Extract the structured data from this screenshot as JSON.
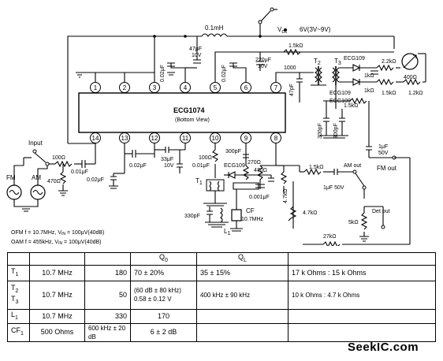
{
  "schematic": {
    "ic": {
      "name": "ECG1074",
      "view": "(Bottom View)"
    },
    "pins_top": [
      "1",
      "2",
      "3",
      "4",
      "5",
      "6",
      "7"
    ],
    "pins_bottom": [
      "14",
      "13",
      "12",
      "11",
      "10",
      "9",
      "8"
    ],
    "labels": {
      "inductor_top": "0.1mH",
      "vcc": "V",
      "vcc_sub": "cc",
      "supply": "6V(3V~9V)",
      "r_1_5k_top": "1.5kΩ",
      "c_47uf": "47μF",
      "c_47uf_v": "10V",
      "c_002_pin4": "0.02μF",
      "c_220uf": "220μF",
      "c_220uf_v": "10V",
      "c_002_pin6": "0.02μF",
      "r_1000": "1000",
      "c_47pf": "47pF",
      "t2": "T",
      "t2_sub": "2",
      "t3": "T",
      "t3_sub": "3",
      "ecg109_a": "ECG109",
      "ecg109_b": "ECG109",
      "ecg109_c": "ECG109",
      "r_1k_a": "1kΩ",
      "r_1k_b": "1kΩ",
      "r_2_2k": "2.2kΩ",
      "r_1_2k": "1.2kΩ",
      "r_1_5k_right": "1.5kΩ",
      "r_400": "400Ω",
      "r_1_5k_mid": "1.5kΩ",
      "c_300pf_a": "300pF",
      "c_300pf_b": "300pF",
      "c_1uf_50v": "1μF",
      "c_1uf_50v_v": "50V",
      "fm_out": "FM out",
      "am_out": "AM out",
      "det_out": "Det out",
      "input": "Input",
      "r_100_in": "100Ω",
      "r_470_in": "470Ω",
      "c_001_in": "0.01μF",
      "c_002_in": "0.02μF",
      "c_002_mid": "0.02μF",
      "c_33uf": "33μF",
      "c_33uf_v": "10V",
      "r_100_mid": "100Ω",
      "c_001_mid": "0.01μF",
      "c_300pf_c": "300pF",
      "r_270": "270Ω",
      "r_470_mid": "470Ω",
      "c_0001": "0.001μF",
      "r_4_7k_a": "4.7kΩ",
      "r_4_7k_b": "4.7kΩ",
      "r_1_5k_amout": "1.5kΩ",
      "c_1uf_50v_b": "1μF 50V",
      "r_5k": "5kΩ",
      "r_27k": "27kΩ",
      "t1": "T",
      "t1_sub": "1",
      "c_330pf": "330pF",
      "cf": "CF",
      "cf_freq": "10.7MHz",
      "l1": "L",
      "l1_sub": "1",
      "fm": "FM",
      "am": "AM"
    },
    "notes": [
      "OFM  f = 10.7MHz, V",
      "IN",
      " = 100μV(40dB)",
      "OAM  f = 455kHz, V",
      "IN",
      " = 100μV(40dB)"
    ]
  },
  "table": {
    "header": {
      "q0": "Q",
      "q0_sub": "0",
      "ql": "Q",
      "ql_sub": "L"
    },
    "rows": [
      {
        "comp": "T",
        "comp_sub": "1",
        "freq": "10.7 MHz",
        "c3": "180",
        "c4": "70 ± 20%",
        "c5": "35 ± 15%",
        "c6": "17 k Ohms : 15 k Ohms"
      },
      {
        "comp": "T",
        "comp_sub": "2",
        "comp2": "T",
        "comp2_sub": "3",
        "freq": "10.7 MHz",
        "c3": "50",
        "c4a": "(60 dB ± 80 kHz)",
        "c4b": "0.58 ± 0.12 V",
        "c5": "400 kHz ± 90 kHz",
        "c6": "10 k Ohms : 4.7 k Ohms"
      },
      {
        "comp": "L",
        "comp_sub": "1",
        "freq": "10.7 MHz",
        "c3": "330",
        "c4": "170",
        "c5": "",
        "c6": ""
      },
      {
        "comp": "CF",
        "comp_sub": "1",
        "freq": "500 Ohms",
        "c3": "600 kHz ± 20 dB",
        "c4": "6 ± 2 dB",
        "c5": "",
        "c6": ""
      }
    ]
  },
  "watermark": "SeekIC.com"
}
